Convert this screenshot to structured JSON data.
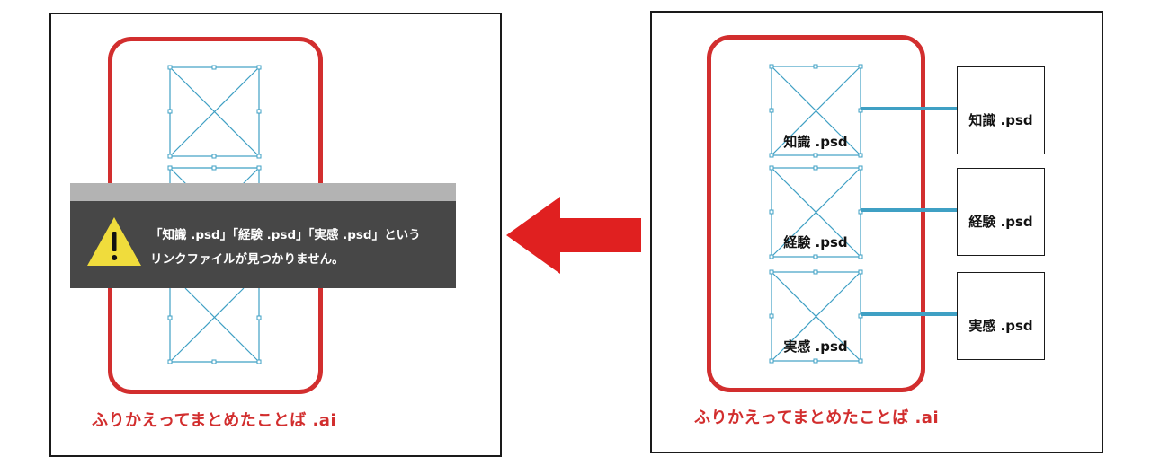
{
  "left": {
    "caption": "ふりかえってまとめたことば .ai",
    "alert": {
      "line1": "「知識 .psd」「経験 .psd」「実感 .psd」という",
      "line2": "リンクファイルが見つかりません。",
      "icon": "warning-icon"
    }
  },
  "right": {
    "caption": "ふりかえってまとめたことば .ai",
    "placed_labels": [
      "知識 .psd",
      "経験 .psd",
      "実感 .psd"
    ],
    "files": [
      "知識 .psd",
      "経験 .psd",
      "実感 .psd"
    ]
  },
  "arrow": {
    "icon": "arrow-left-icon"
  },
  "colors": {
    "frame": "#d22e2e",
    "placeholder": "#3fa0c4",
    "alert_bg": "#474747",
    "alert_bar": "#b3b3b3",
    "warning": "#f0dc3c",
    "arrow": "#e02020"
  }
}
